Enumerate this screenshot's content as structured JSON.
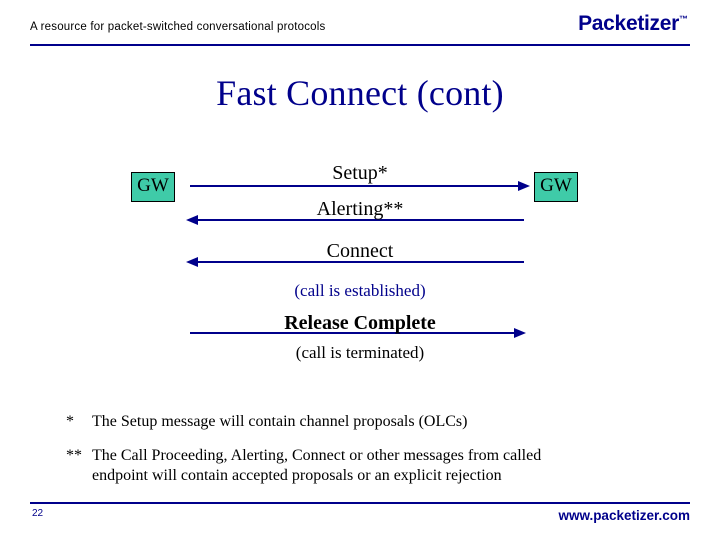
{
  "header": {
    "tagline": "A resource for packet-switched conversational protocols",
    "brand": "Packetizer",
    "brand_tm": "™"
  },
  "title": "Fast Connect (cont)",
  "diagram": {
    "left_node": "GW",
    "right_node": "GW",
    "messages": [
      {
        "label": "Setup*",
        "direction": "right"
      },
      {
        "label": "Alerting**",
        "direction": "left"
      },
      {
        "label": "Connect",
        "direction": "left"
      },
      {
        "label": "Release Complete",
        "direction": "right"
      }
    ],
    "annotations": [
      "(call is established)",
      "(call is terminated)"
    ],
    "accent_color": "#00008B",
    "node_fill": "#3FCBA8",
    "line_color": "#00008B"
  },
  "footnotes": [
    {
      "mark": "*",
      "text": "The Setup message will contain channel proposals (OLCs)"
    },
    {
      "mark": "**",
      "text": "The Call Proceeding, Alerting, Connect or other messages from called",
      "text2": "endpoint will contain accepted proposals or an explicit rejection"
    }
  ],
  "footer": {
    "page_number": "22",
    "url": "www.packetizer.com"
  }
}
